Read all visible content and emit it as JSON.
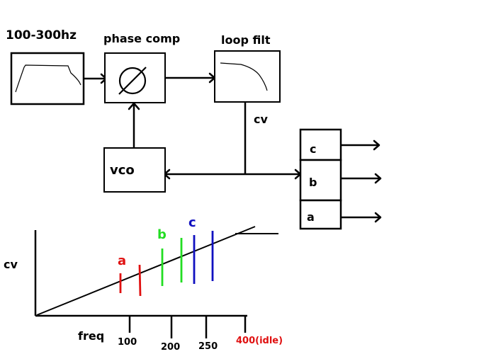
{
  "blocks": {
    "input_filter": "100-300hz",
    "phase_comp": "phase comp",
    "loop_filter": "loop filt",
    "vco": "vco",
    "cv_label": "cv"
  },
  "outputs": [
    "c",
    "b",
    "a"
  ],
  "graph": {
    "ylabel": "cv",
    "xlabel": "freq",
    "ticks": [
      "100",
      "200",
      "250",
      "400(idle)"
    ],
    "markers": [
      {
        "label": "a",
        "color": "#e01010"
      },
      {
        "label": "b",
        "color": "#22dd22"
      },
      {
        "label": "c",
        "color": "#1010c0"
      }
    ],
    "idle_color": "#e01010"
  }
}
